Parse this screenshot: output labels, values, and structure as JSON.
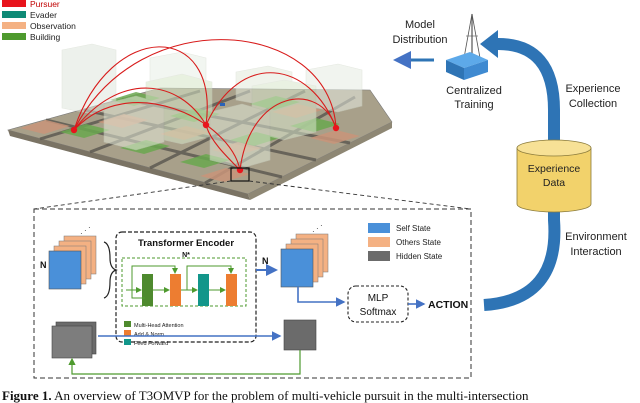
{
  "legend_top": [
    {
      "label": "Pursuer",
      "color": "#e8141c"
    },
    {
      "label": "Evader",
      "color": "#0e8a76"
    },
    {
      "label": "Observation",
      "color": "#f4b183"
    },
    {
      "label": "Building",
      "color": "#4e9a2e"
    }
  ],
  "labels": {
    "model_distribution_1": "Model",
    "model_distribution_2": "Distribution",
    "centralized_1": "Centralized",
    "centralized_2": "Training",
    "experience_collection_1": "Experience",
    "experience_collection_2": "Collection",
    "experience_data_1": "Experience",
    "experience_data_2": "Data",
    "environment_interaction_1": "Environment",
    "environment_interaction_2": "Interaction",
    "transformer_encoder": "Transformer Encoder",
    "n_star": "N*",
    "n_left": "N",
    "n_right": "N",
    "mlp": "MLP",
    "softmax": "Softmax",
    "action": "ACTION"
  },
  "legend_state": [
    {
      "label": "Self State",
      "color": "#4a90d9"
    },
    {
      "label": "Others State",
      "color": "#f4b183"
    },
    {
      "label": "Hidden State",
      "color": "#6b6b6b"
    }
  ],
  "legend_encoder": [
    {
      "label": "Multi-Head Attention",
      "color": "#4e8a2e"
    },
    {
      "label": "Add & Norm",
      "color": "#ed7d31"
    },
    {
      "label": "Feed Forward",
      "color": "#12968a"
    }
  ],
  "caption": {
    "prefix": "Figure 1.",
    "text": "An overview of T3OMVP for the problem of multi-vehicle pursuit in the multi-intersection"
  }
}
